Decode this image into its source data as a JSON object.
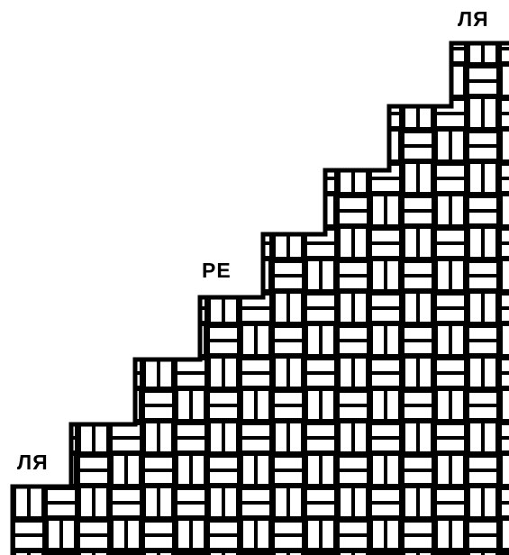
{
  "labels": {
    "top": "ЛЯ",
    "middle": "РЕ",
    "bottom": "ЛЯ"
  },
  "colors": {
    "ink": "#000000",
    "paper": "#ffffff"
  },
  "pattern": {
    "type": "basket-weave",
    "description_steps": 7
  }
}
